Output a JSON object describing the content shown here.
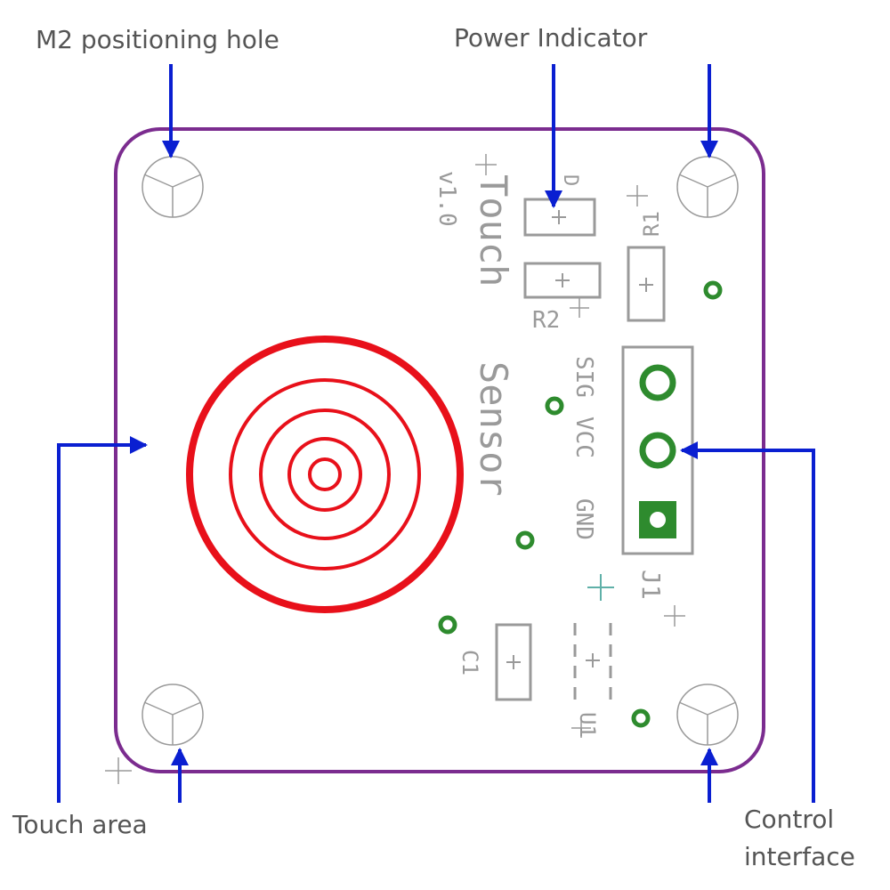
{
  "callouts": {
    "positioning_hole": "M2 positioning hole",
    "power_indicator": "Power Indicator",
    "touch_area": "Touch area",
    "control_interface_line1": "Control",
    "control_interface_line2": "interface"
  },
  "board": {
    "title_line1": "Touch",
    "title_line2": "Sensor",
    "version": "v1.0",
    "pins": [
      "SIG",
      "VCC",
      "GND"
    ],
    "labels": {
      "connector": "J1",
      "resistor1": "R1",
      "resistor2": "R2",
      "capacitor": "C1",
      "chip": "U1",
      "led": "D"
    }
  },
  "colors": {
    "board_outline": "#7b2c8f",
    "touch_pad": "#e8101a",
    "arrows": "#0a1fd1",
    "vias": "#2e8b2e",
    "silkscreen": "#9a9a9a",
    "callout_text": "#555555"
  }
}
